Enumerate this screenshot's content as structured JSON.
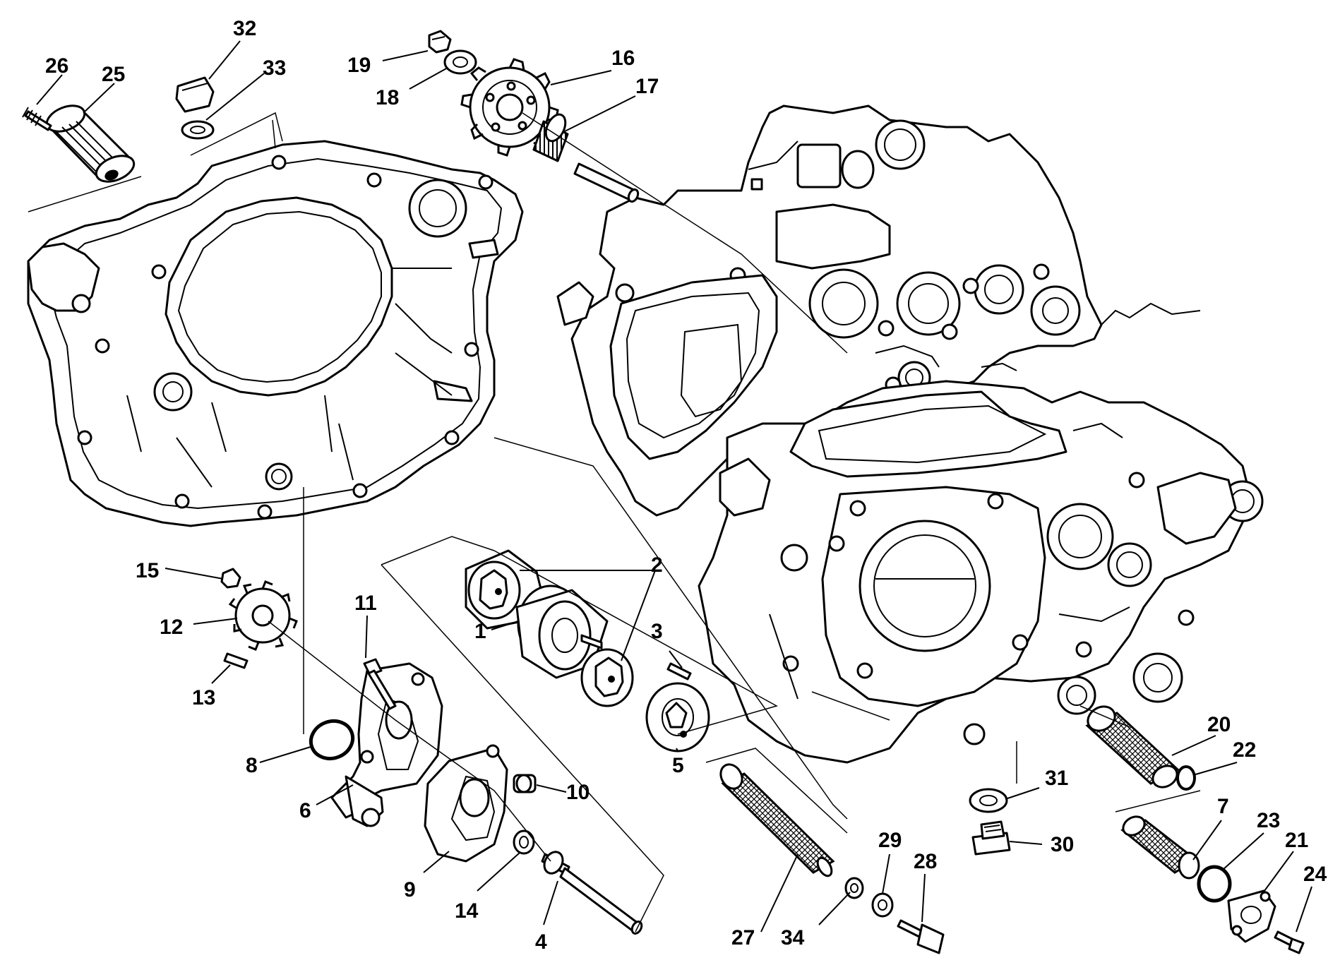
{
  "diagram": {
    "kind": "exploded-parts-view",
    "callouts": [
      "1",
      "2",
      "3",
      "4",
      "5",
      "6",
      "7",
      "8",
      "9",
      "10",
      "11",
      "12",
      "13",
      "14",
      "15",
      "16",
      "17",
      "18",
      "19",
      "20",
      "21",
      "22",
      "23",
      "24",
      "25",
      "26",
      "27",
      "28",
      "29",
      "30",
      "31",
      "32",
      "33",
      "34"
    ]
  }
}
